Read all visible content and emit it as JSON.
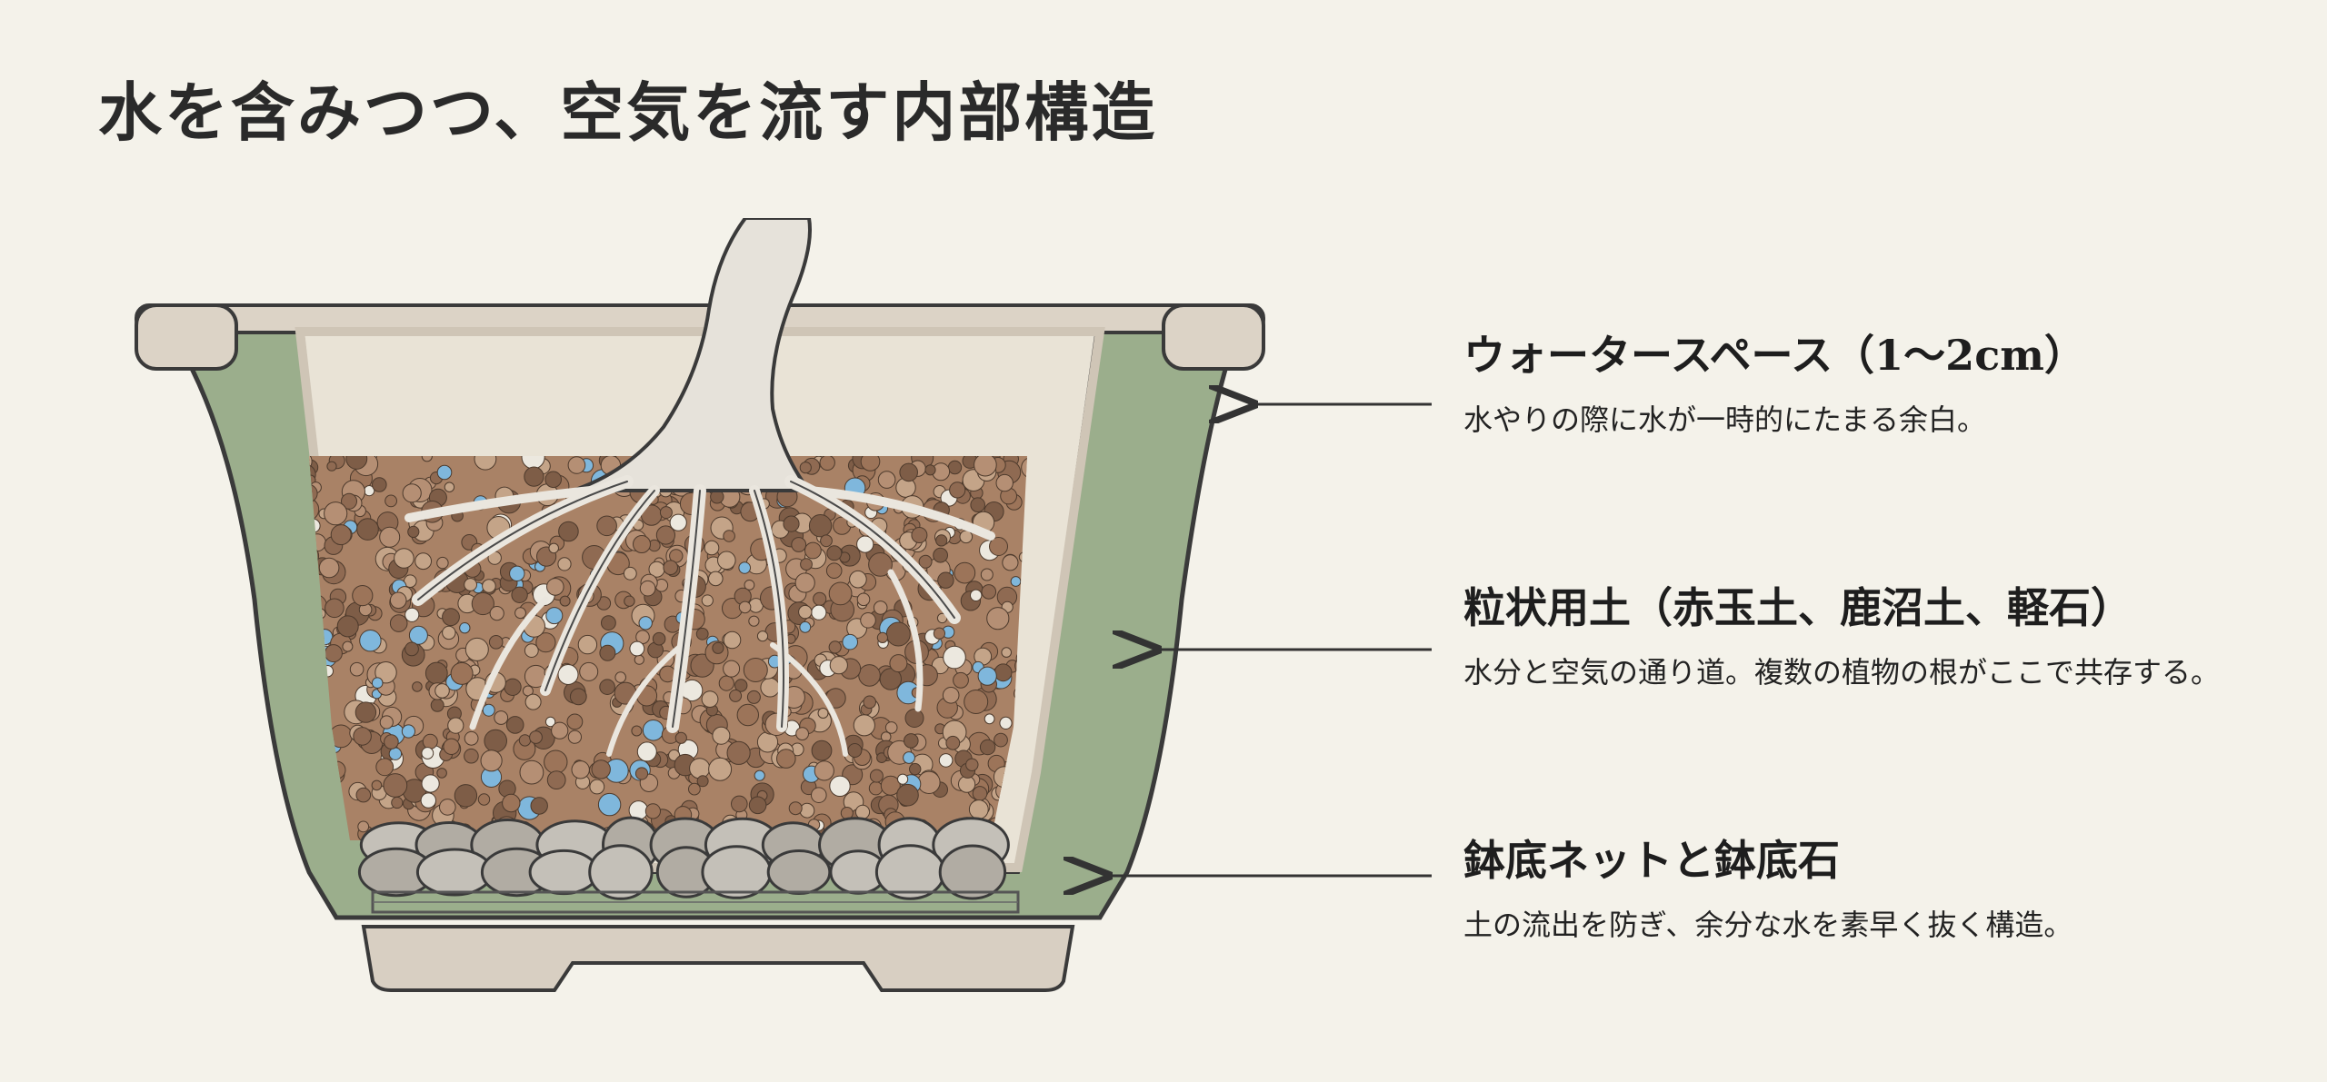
{
  "title": "水を含みつつ、空気を流す内部構造",
  "colors": {
    "background": "#f4f2ea",
    "pot_green": "#9bae8c",
    "pot_rim": "#dcd3c6",
    "soil": "#a98266",
    "water_blue": "#7fb7dc",
    "stone": "#c4c0b8"
  },
  "callouts": [
    {
      "heading": "ウォータースペース（1〜2cm）",
      "text": "水やりの際に水が一時的にたまる余白。"
    },
    {
      "heading": "粒状用土（赤玉土、鹿沼土、軽石）",
      "text": "水分と空気の通り道。複数の植物の根がここで共存する。"
    },
    {
      "heading": "鉢底ネットと鉢底石",
      "text": "土の流出を防ぎ、余分な水を素早く抜く構造。"
    }
  ]
}
